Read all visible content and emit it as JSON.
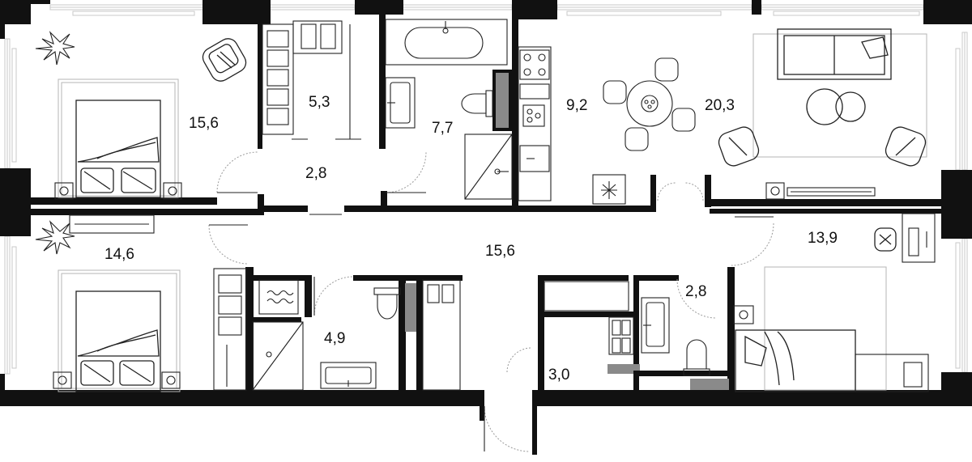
{
  "rooms": [
    {
      "area": "15,6"
    },
    {
      "area": "5,3"
    },
    {
      "area": "7,7"
    },
    {
      "area": "9,2"
    },
    {
      "area": "20,3"
    },
    {
      "area": "2,8"
    },
    {
      "area": "15,6"
    },
    {
      "area": "14,6"
    },
    {
      "area": "13,9"
    },
    {
      "area": "4,9"
    },
    {
      "area": "3,0"
    },
    {
      "area": "2,8"
    }
  ],
  "colors": {
    "wall": "#111111",
    "furniture": "#222222",
    "hatch": "#c8c8c8"
  }
}
